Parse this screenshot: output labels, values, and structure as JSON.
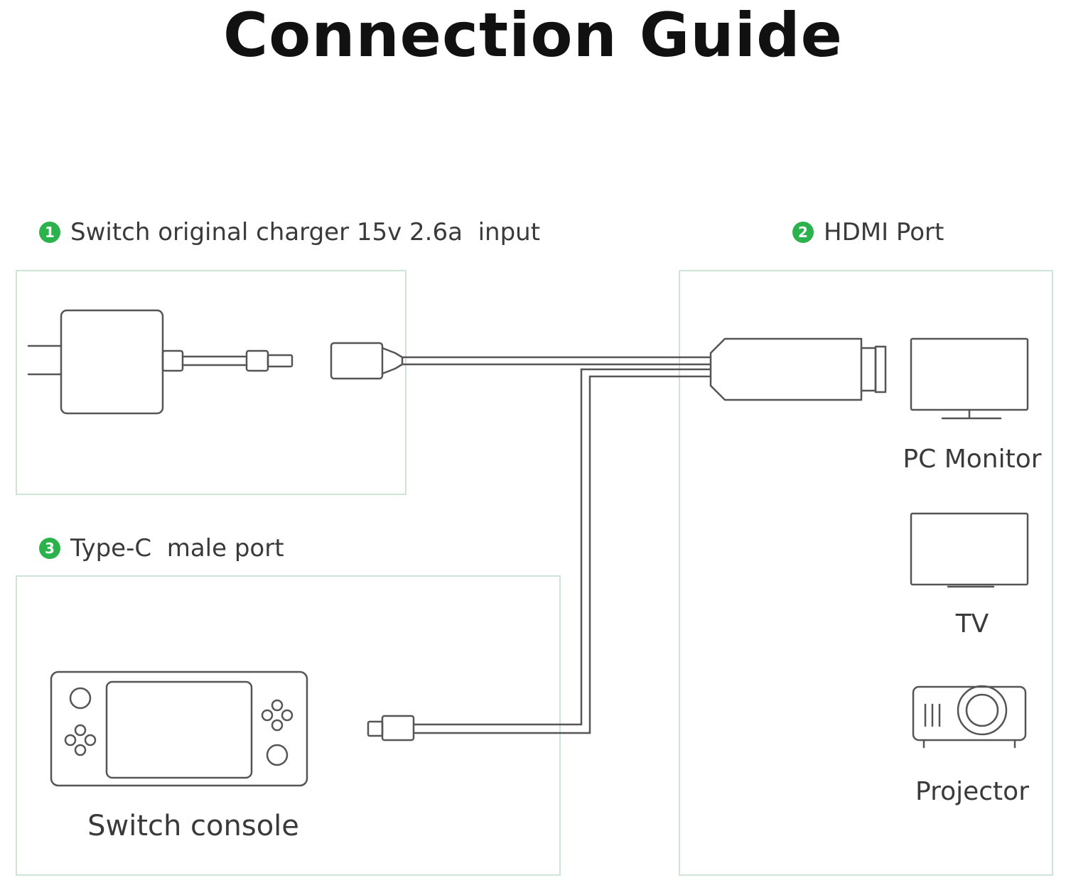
{
  "title": "Connection Guide",
  "sections": {
    "charger": {
      "number": "1",
      "label": "Switch original charger 15v 2.6a  input"
    },
    "hdmi": {
      "number": "2",
      "label": "HDMI Port"
    },
    "typec": {
      "number": "3",
      "label": "Type-C  male port"
    }
  },
  "devices": {
    "pc_monitor": "PC Monitor",
    "tv": "TV",
    "projector": "Projector",
    "switch_console": "Switch console"
  },
  "colors": {
    "accent": "#2bb24c",
    "panel_border": "#cfe3d6",
    "line": "#555555"
  },
  "icons": [
    "charger-icon",
    "hdmi-cable-icon",
    "monitor-icon",
    "tv-icon",
    "projector-icon",
    "game-console-icon"
  ]
}
